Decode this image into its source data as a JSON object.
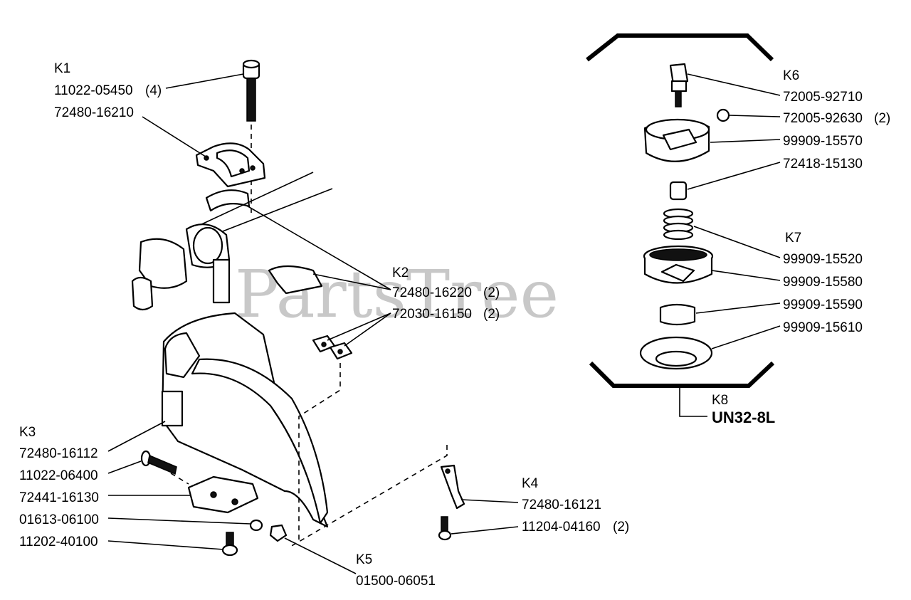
{
  "watermark": "PartsTree",
  "groups": {
    "k1": "K1",
    "k2": "K2",
    "k3": "K3",
    "k4": "K4",
    "k5": "K5",
    "k6": "K6",
    "k7": "K7",
    "k8": "K8"
  },
  "kit_k8_model": "UN32-8L",
  "parts": {
    "p11022_05450": "11022-05450",
    "q11022_05450": "(4)",
    "p72480_16210": "72480-16210",
    "p72480_16220": "72480-16220",
    "q72480_16220": "(2)",
    "p72030_16150": "72030-16150",
    "q72030_16150": "(2)",
    "p72480_16112": "72480-16112",
    "p11022_06400": "11022-06400",
    "p72441_16130": "72441-16130",
    "p01613_06100": "01613-06100",
    "p11202_40100": "11202-40100",
    "p01500_06051": "01500-06051",
    "p72480_16121": "72480-16121",
    "p11204_04160": "11204-04160",
    "q11204_04160": "(2)",
    "p72005_92710": "72005-92710",
    "p72005_92630": "72005-92630",
    "q72005_92630": "(2)",
    "p99909_15570": "99909-15570",
    "p72418_15130": "72418-15130",
    "p99909_15520": "99909-15520",
    "p99909_15580": "99909-15580",
    "p99909_15590": "99909-15590",
    "p99909_15610": "99909-15610"
  }
}
